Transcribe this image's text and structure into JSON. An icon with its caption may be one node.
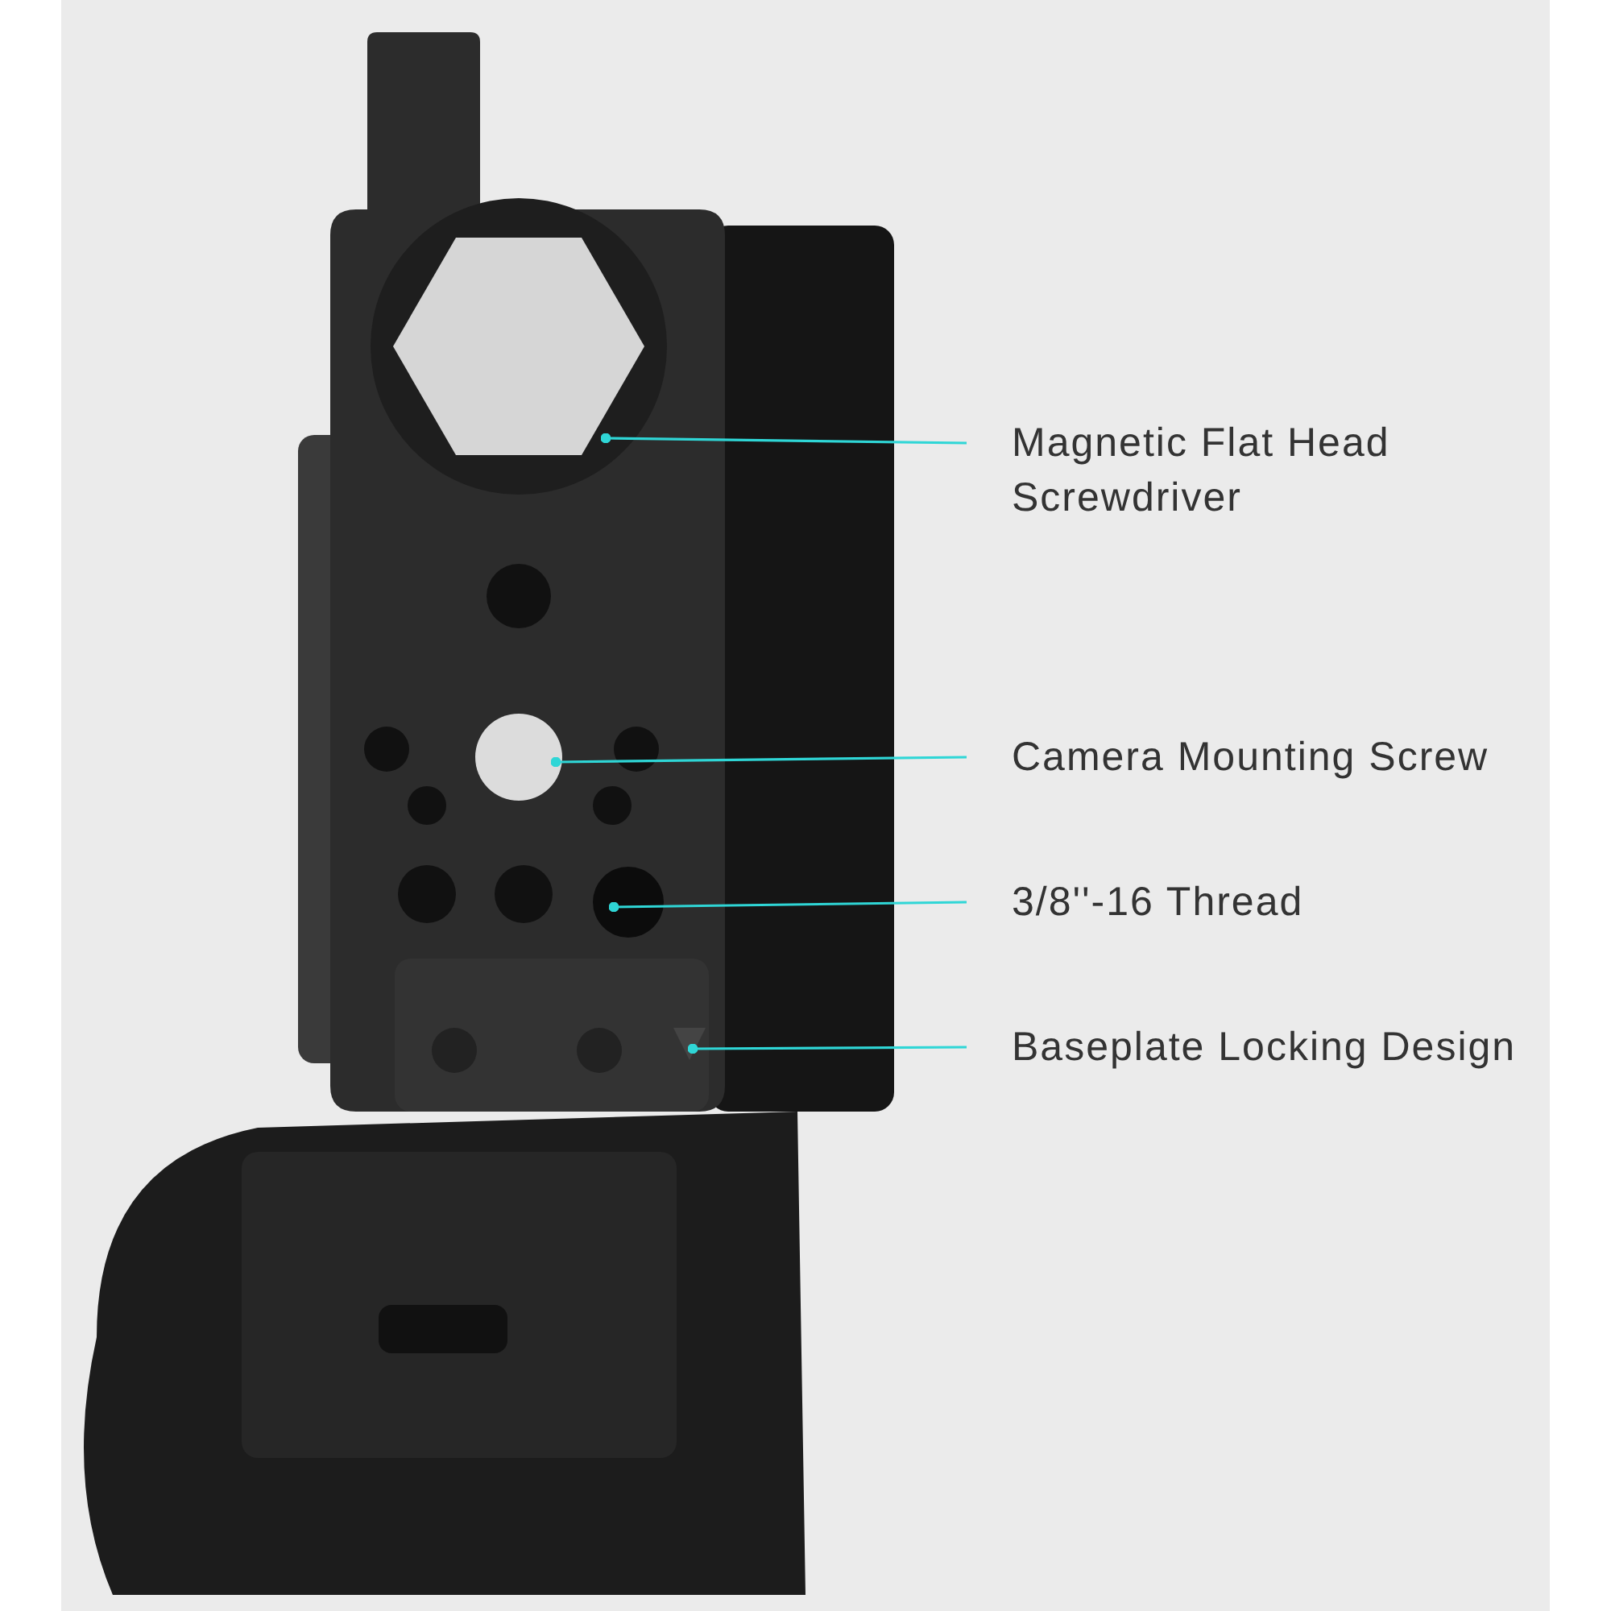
{
  "diagram": {
    "nodes": [
      {
        "text": [
          "Magnetic Flat Head Screwdriver"
        ]
      },
      {
        "text": [],
        "shape": "hexagon"
      },
      {
        "text": [
          "Camera Mounting Screw"
        ]
      },
      {
        "text": [],
        "shape": "circle"
      },
      {
        "text": [
          "3/8''-16 Thread"
        ]
      },
      {
        "text": [],
        "shape": "circle"
      },
      {
        "text": [
          "Baseplate Locking Design"
        ]
      },
      {
        "text": [],
        "shape": "triangle"
      }
    ],
    "edges": [
      {
        "from": 0,
        "to": 1,
        "arrow": "other"
      },
      {
        "from": 2,
        "to": 3,
        "arrow": "other"
      },
      {
        "from": 4,
        "to": 5,
        "arrow": "other"
      },
      {
        "from": 6,
        "to": 7,
        "arrow": "other"
      }
    ]
  }
}
